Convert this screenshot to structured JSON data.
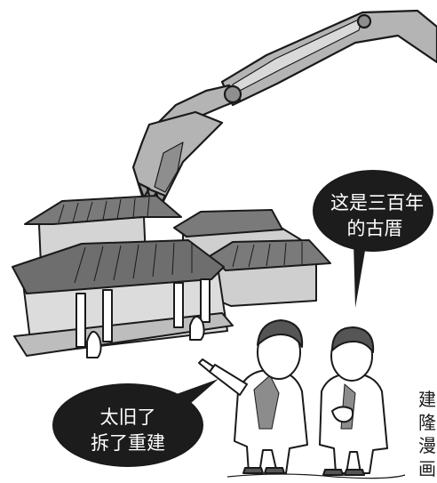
{
  "bubbles": {
    "right": {
      "line1": "这是三百年",
      "line2": "的古厝"
    },
    "left": {
      "line1": "太旧了",
      "line2": "拆了重建"
    }
  },
  "credit": {
    "text": "建隆漫画"
  },
  "colors": {
    "ink": "#1a1a1a",
    "bubble_fill": "#1c1c1c",
    "bubble_text": "#ffffff",
    "roof": "#7a7a7a",
    "wall": "#d4d4d4",
    "excavator": "#b4b4b4",
    "background": "#ffffff"
  }
}
